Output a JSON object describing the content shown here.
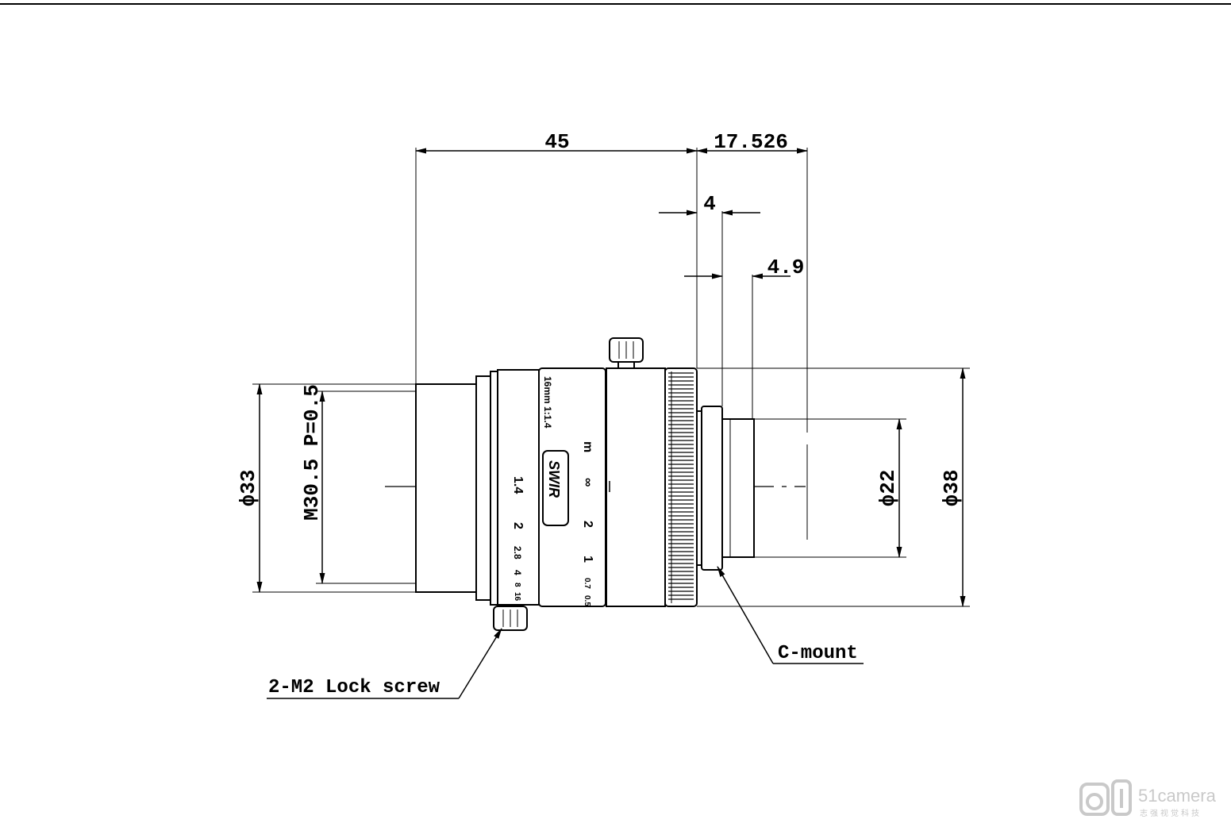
{
  "dimensions": {
    "overall_length": "45",
    "flange_distance": "17.526",
    "mount_thread_length": "4",
    "rear_protrusion": "4.9",
    "front_diameter": "ϕ33",
    "filter_thread": "M30.5 P=0.5",
    "mount_diameter": "ϕ22",
    "body_diameter": "ϕ38"
  },
  "callouts": {
    "lock_screw": "2-M2 Lock screw",
    "mount": "C-mount"
  },
  "lens_markings": {
    "model": "16mm 1:1.4",
    "badge": "SWIR",
    "distance_unit": "m",
    "focus_scale": [
      "∞",
      "2",
      "1",
      "0.7",
      "0.5"
    ],
    "aperture_scale": [
      "1.4",
      "2",
      "2.8",
      "4",
      "8",
      "16"
    ]
  },
  "watermark": {
    "brand": "51camera",
    "tagline": "志强视觉科技"
  }
}
